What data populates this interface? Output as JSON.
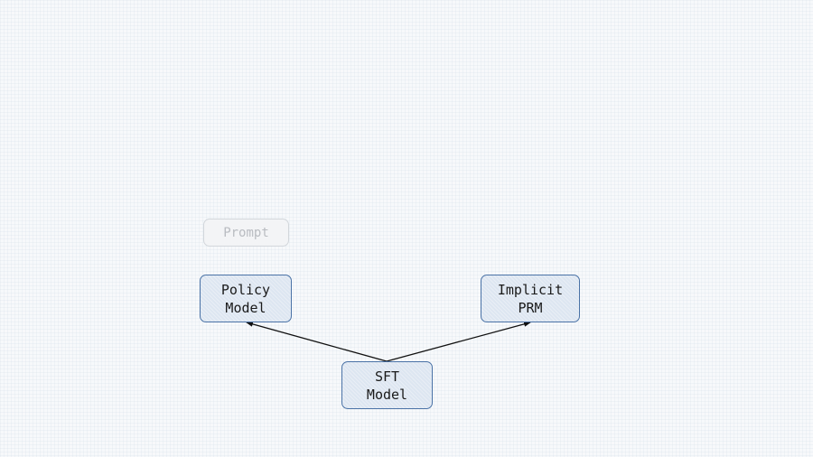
{
  "diagram": {
    "nodes": {
      "prompt": {
        "line1": "Prompt"
      },
      "policy_model": {
        "line1": "Policy",
        "line2": "Model"
      },
      "implicit_prm": {
        "line1": "Implicit",
        "line2": "PRM"
      },
      "sft_model": {
        "line1": "SFT",
        "line2": "Model"
      }
    },
    "edges": [
      {
        "from": "SFT Model",
        "to": "Policy Model"
      },
      {
        "from": "SFT Model",
        "to": "Implicit PRM"
      }
    ],
    "colors": {
      "node_border": "#4a72a6",
      "node_fill": "#dde6f1",
      "faded_border": "#d2d6db",
      "faded_text": "#b9bcc1",
      "arrow": "#111111"
    }
  }
}
